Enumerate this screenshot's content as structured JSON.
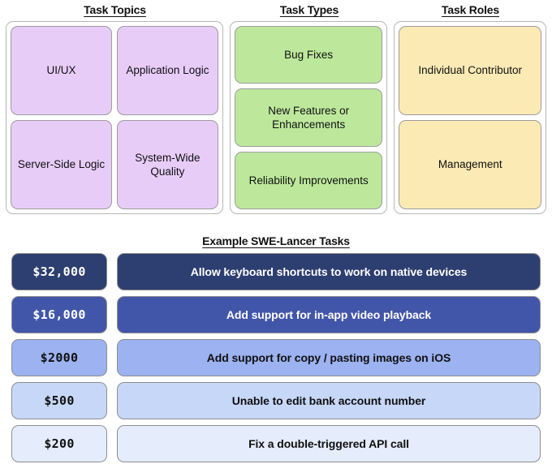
{
  "columns": [
    {
      "title": "Task Topics",
      "color": "#e7ccf8",
      "items": [
        "UI/UX",
        "Application Logic",
        "Server-Side Logic",
        "System-Wide Quality"
      ]
    },
    {
      "title": "Task Types",
      "color": "#bde89c",
      "items": [
        "Bug Fixes",
        "New Features or Enhancements",
        "Reliability Improvements"
      ]
    },
    {
      "title": "Task Roles",
      "color": "#fbeab4",
      "items": [
        "Individual Contributor",
        "Management"
      ]
    }
  ],
  "examples": {
    "title": "Example SWE-Lancer Tasks",
    "rows": [
      {
        "price": "$32,000",
        "task": "Allow keyboard shortcuts to work on native devices",
        "bg": "#2d3e70",
        "fg": "#ffffff"
      },
      {
        "price": "$16,000",
        "task": "Add support for in-app video playback",
        "bg": "#4256a9",
        "fg": "#ffffff"
      },
      {
        "price": "$2000",
        "task": "Add support for copy / pasting images on iOS",
        "bg": "#9cb2f1",
        "fg": "#101010"
      },
      {
        "price": "$500",
        "task": "Unable to edit bank account number",
        "bg": "#c7d7f8",
        "fg": "#101010"
      },
      {
        "price": "$200",
        "task": "Fix a double-triggered API call",
        "bg": "#e5ecfc",
        "fg": "#101010"
      }
    ]
  }
}
